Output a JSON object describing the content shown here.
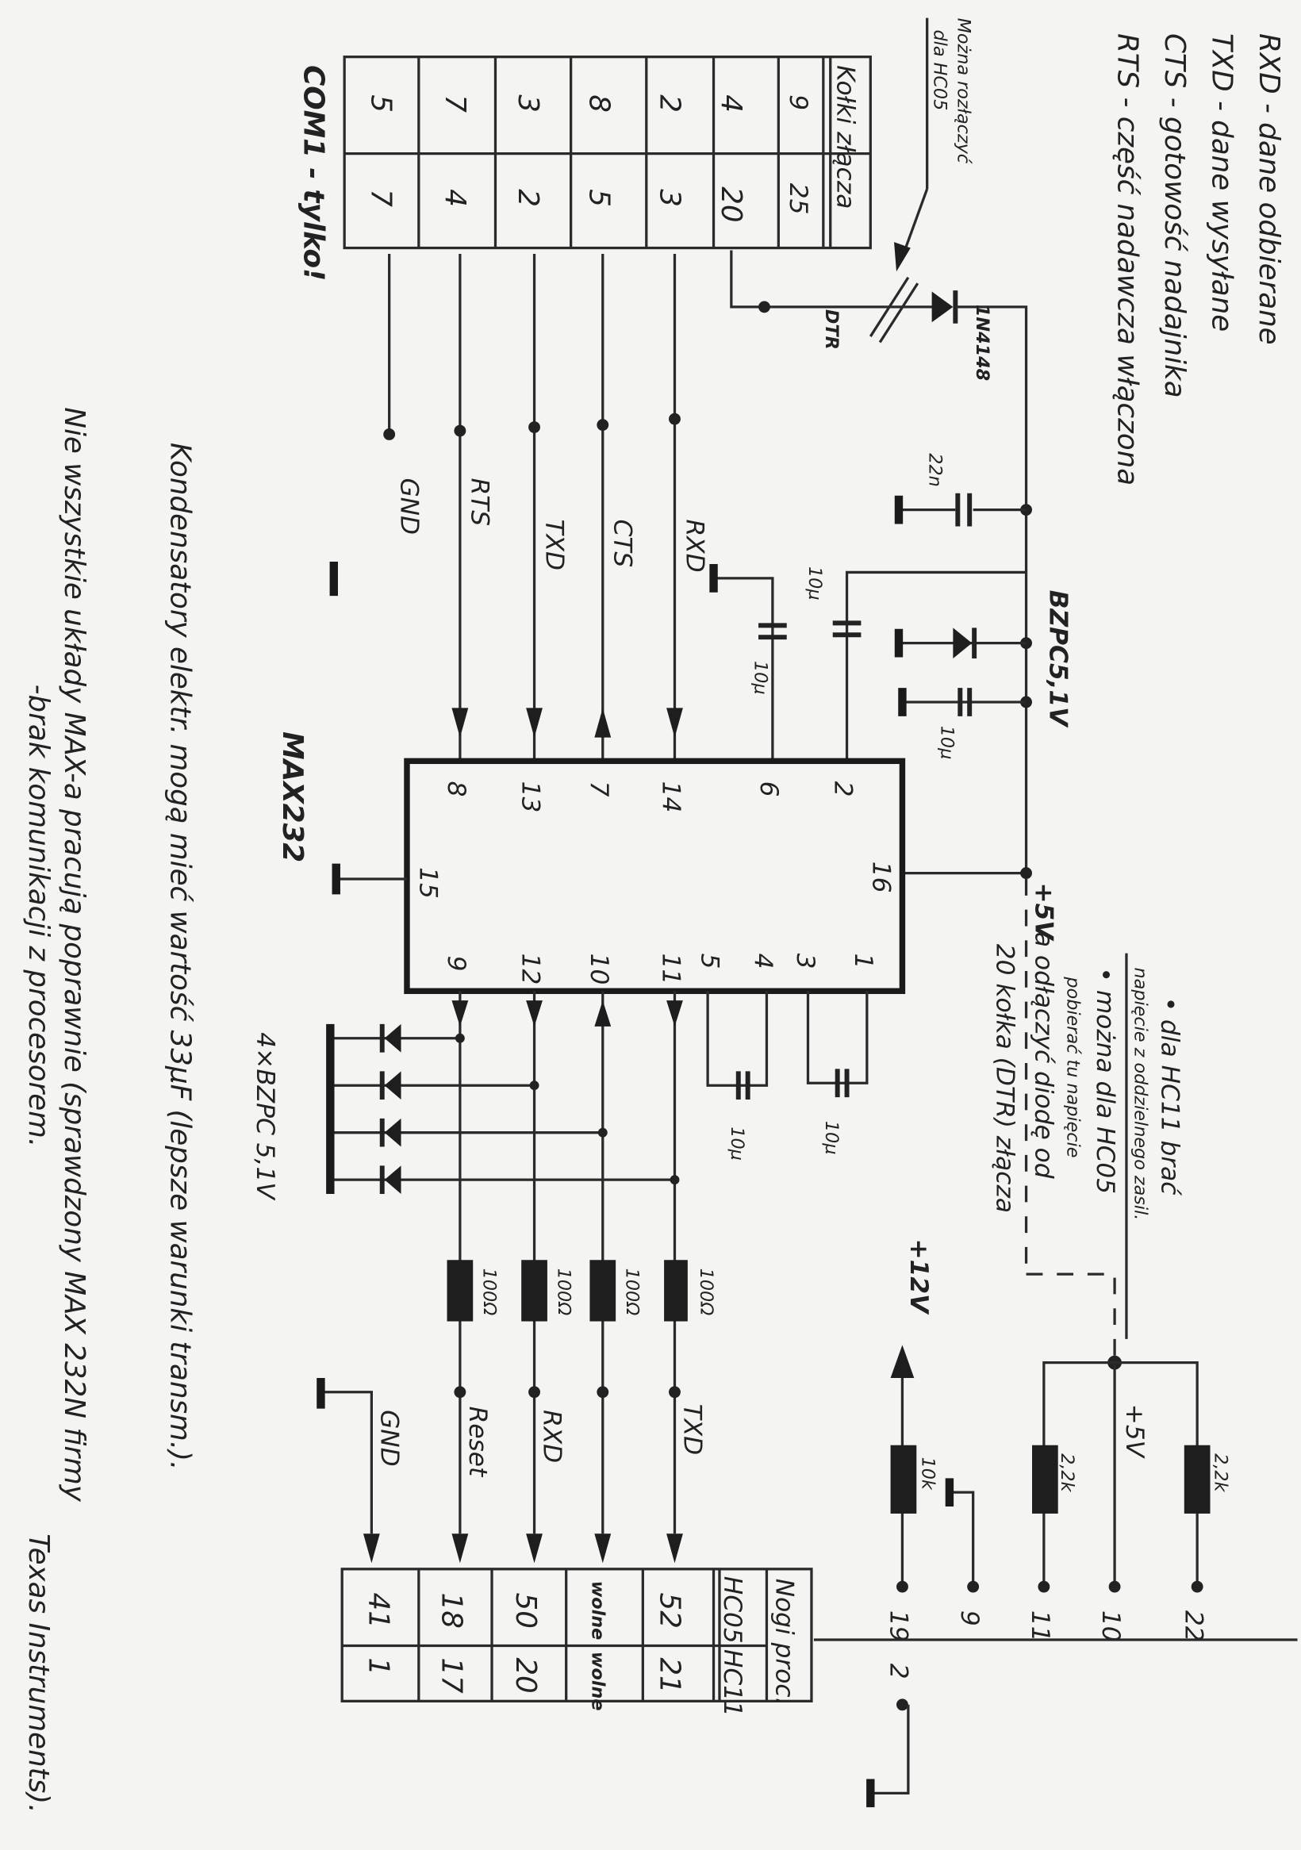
{
  "legend": [
    "RXD - dane odbierane",
    "TXD - dane wysyłane",
    "CTS - gotowość nadajnika",
    "RTS - część nadawcza włączona"
  ],
  "hc05_note": [
    "Można rozłączyć",
    "dla HC05"
  ],
  "com_table": {
    "header": "Kołki złącza",
    "cols": [
      "9",
      "25"
    ],
    "rows": [
      [
        "4",
        "20"
      ],
      [
        "2",
        "3"
      ],
      [
        "8",
        "5"
      ],
      [
        "3",
        "2"
      ],
      [
        "7",
        "4"
      ],
      [
        "5",
        "7"
      ]
    ]
  },
  "com_label": "COM1 - tylko!",
  "dtr_label": "DTR",
  "diode_label": "1N4148",
  "cap_22n": "22n",
  "zener_label": "BZPC5,1V",
  "cap_10u": "10µ",
  "signals_top": [
    "RXD",
    "CTS",
    "TXD",
    "RTS",
    "GND"
  ],
  "chip": {
    "name": "MAX232",
    "pins_top": [
      "8",
      "13",
      "7",
      "14",
      "6",
      "2"
    ],
    "pins_bottom": [
      "9",
      "12",
      "10",
      "11",
      "5",
      "4",
      "3",
      "1"
    ],
    "pin_left": "15",
    "pin_right": "16"
  },
  "plus5v": "+5V",
  "power_notes": {
    "hc11": [
      "• dla HC11 brać",
      "napięcie z oddzielnego zasil."
    ],
    "hc05": [
      "• można dla HC05",
      "pobierać tu napięcie",
      "a odłączyć diodę od",
      "20 kołka (DTR) złącza"
    ]
  },
  "zeners_label": "4×BZPC 5,1V",
  "resistor_100": "100Ω",
  "signals_bottom": [
    "TXD",
    "RXD",
    "Reset",
    "GND"
  ],
  "plus12v": "+12V",
  "r10k": "10k",
  "r22k": "2,2k",
  "plus5v_b": "+5V",
  "proc_pins": [
    "22",
    "10",
    "11",
    "9",
    "19",
    "2"
  ],
  "proc_table": {
    "header": "Nogi proc.",
    "cols": [
      "HC05",
      "HC11"
    ],
    "rows": [
      [
        "52",
        "21"
      ],
      [
        "wolne",
        "wolne"
      ],
      [
        "50",
        "20"
      ],
      [
        "18",
        "17"
      ],
      [
        "41",
        "1"
      ]
    ]
  },
  "notes_bottom": [
    "Kondensatory elektr. mogą mieć wartość 33µF (lepsze warunki transm.).",
    "Nie wszystkie układy MAX-a pracują poprawnie (sprawdzony MAX 232N firmy",
    "-brak komunikacji z procesorem.",
    "Texas Instruments)."
  ]
}
